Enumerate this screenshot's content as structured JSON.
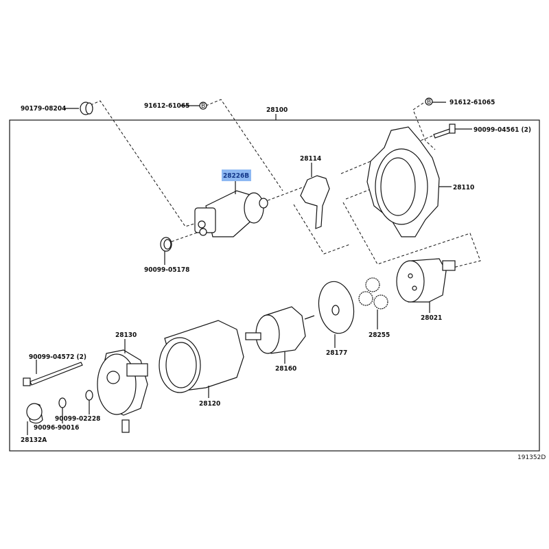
{
  "diagram": {
    "assembly_label": "28100",
    "drawing_code": "191352D",
    "highlight_color": "#8db8f2",
    "parts": {
      "nut_top_left": "90179-08204",
      "screw_b_left": "91612-61065",
      "screw_b_right": "91612-61065",
      "b_marker": "B",
      "bolt_right": "90099-04561 (2)",
      "lever": "28114",
      "solenoid": "28226B",
      "housing": "28110",
      "nut_lower": "90099-05178",
      "clutch": "28021",
      "gears": "28255",
      "plate": "28177",
      "armature": "28160",
      "end_frame": "28130",
      "yoke": "28120",
      "through_bolt": "90099-04572 (2)",
      "washer": "90099-02228",
      "ring": "90096-90016",
      "cap": "28132A"
    }
  }
}
